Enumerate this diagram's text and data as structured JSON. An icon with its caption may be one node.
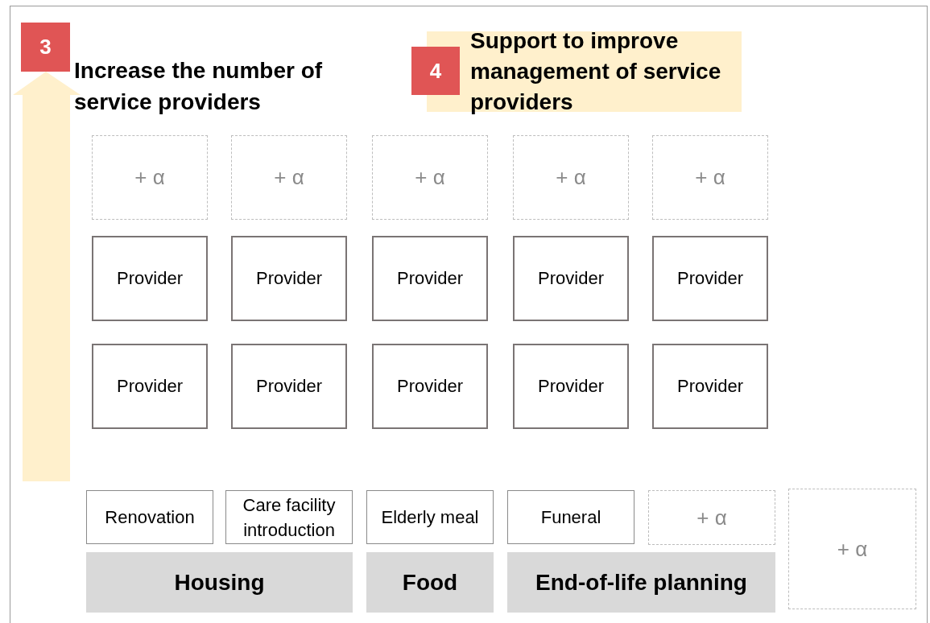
{
  "diagram": {
    "nodes": [
      {
        "text": [
          "3"
        ],
        "beside": [
          "Increase the number of service providers"
        ]
      },
      {
        "text": [
          "Support to improve management of service providers"
        ]
      },
      {
        "text": [
          "4"
        ]
      },
      {
        "text": [
          "+ α"
        ]
      },
      {
        "text": [
          "+ α"
        ]
      },
      {
        "text": [
          "+ α"
        ]
      },
      {
        "text": [
          "+ α"
        ]
      },
      {
        "text": [
          "+ α"
        ]
      },
      {
        "text": [
          "Provider"
        ]
      },
      {
        "text": [
          "Provider"
        ]
      },
      {
        "text": [
          "Provider"
        ]
      },
      {
        "text": [
          "Provider"
        ]
      },
      {
        "text": [
          "Provider"
        ]
      },
      {
        "text": [
          "Provider"
        ]
      },
      {
        "text": [
          "Provider"
        ]
      },
      {
        "text": [
          "Provider"
        ]
      },
      {
        "text": [
          "Provider"
        ]
      },
      {
        "text": [
          "Provider"
        ]
      },
      {
        "text": [
          "Renovation"
        ]
      },
      {
        "text": [
          "Care facility introduction"
        ]
      },
      {
        "text": [
          "Elderly meal"
        ]
      },
      {
        "text": [
          "Funeral"
        ]
      },
      {
        "text": [
          "+ α"
        ]
      },
      {
        "text": [
          "+ α"
        ]
      },
      {
        "text": [
          "Housing"
        ]
      },
      {
        "text": [
          "Food"
        ]
      },
      {
        "text": [
          "End-of-life planning"
        ]
      }
    ]
  }
}
